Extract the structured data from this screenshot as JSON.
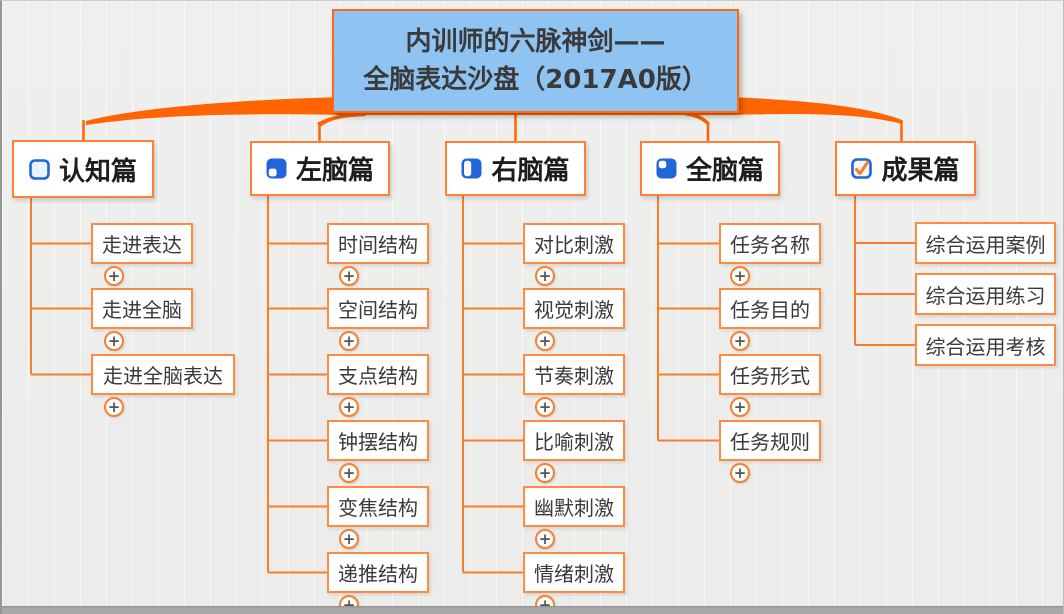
{
  "ui": {
    "expand_symbol": "+"
  },
  "colors": {
    "branch_ribbon": "#ff6400",
    "connector_line": "#f87e2a",
    "box_border": "#ff7f33",
    "central_fill": "#8fc4f2",
    "icon_blue": "#2166d8",
    "check_orange": "#ff7a1c",
    "background": "#f1f1f0",
    "window_edge": "#a9a9a9"
  },
  "central_topic": {
    "title_line1": "内训师的六脉神剑——",
    "title_line2": "全脑表达沙盘（2017A0版）"
  },
  "branches": [
    {
      "label": "认知篇",
      "icon": "task-progress-0-icon",
      "children": [
        "走进表达",
        "走进全脑",
        "走进全脑表达"
      ]
    },
    {
      "label": "左脑篇",
      "icon": "task-progress-quarter-icon",
      "children": [
        "时间结构",
        "空间结构",
        "支点结构",
        "钟摆结构",
        "变焦结构",
        "递推结构"
      ]
    },
    {
      "label": "右脑篇",
      "icon": "task-progress-half-icon",
      "children": [
        "对比刺激",
        "视觉刺激",
        "节奏刺激",
        "比喻刺激",
        "幽默刺激",
        "情绪刺激"
      ]
    },
    {
      "label": "全脑篇",
      "icon": "task-progress-threequarter-icon",
      "children": [
        "任务名称",
        "任务目的",
        "任务形式",
        "任务规则"
      ]
    },
    {
      "label": "成果篇",
      "icon": "task-done-check-icon",
      "children": [
        "综合运用案例",
        "综合运用练习",
        "综合运用考核"
      ]
    }
  ]
}
